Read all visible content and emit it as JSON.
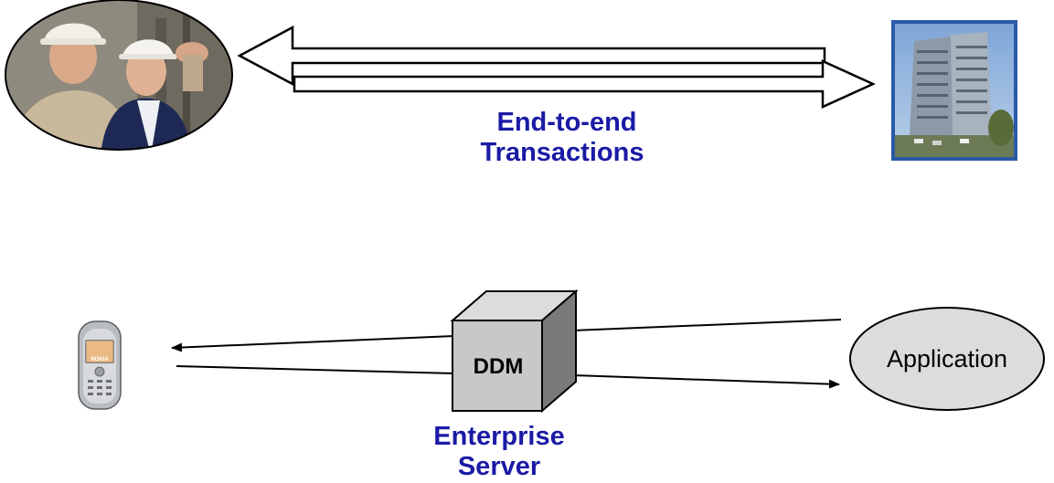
{
  "top": {
    "caption_line1": "End-to-end",
    "caption_line2": "Transactions",
    "left_image": "photo of two workers in hard hats (oval)",
    "right_image": "photo of office building"
  },
  "bottom": {
    "device_icon": "mobile-phone-icon",
    "device_brand": "NOKIA",
    "server_label": "DDM",
    "server_caption_line1": "Enterprise",
    "server_caption_line2": "Server",
    "app_label": "Application"
  },
  "colors": {
    "caption": "#1a1aa6",
    "box_front": "#c8c8c8",
    "box_top": "#dcdcdc",
    "box_side": "#7a7a7a",
    "ellipse": "#dcdcdc"
  }
}
